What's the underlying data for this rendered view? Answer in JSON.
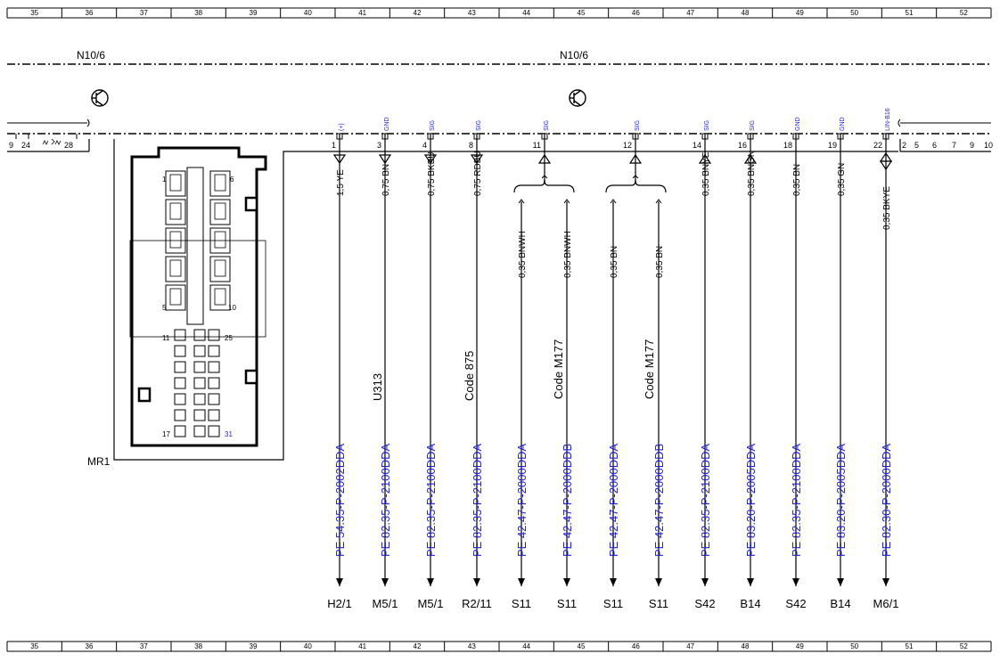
{
  "ruler": [
    "35",
    "36",
    "37",
    "38",
    "39",
    "40",
    "41",
    "42",
    "43",
    "44",
    "45",
    "46",
    "47",
    "48",
    "49",
    "50",
    "51",
    "52"
  ],
  "components": {
    "left": "N10/6",
    "center": "N10/6",
    "connector": "MR1"
  },
  "left_pins": [
    "9",
    "24",
    "28"
  ],
  "right_pins": [
    "2",
    "5",
    "6",
    "7",
    "9",
    "10"
  ],
  "connector_pin_labels": {
    "p1": "1",
    "p6": "6",
    "p5": "5",
    "p10": "10",
    "p11": "11",
    "p25": "25",
    "p17": "17",
    "p31": "31"
  },
  "pins": [
    {
      "pin": "1",
      "sig": "(+)",
      "wire": "1,5 YE",
      "dir": "out",
      "pe": "PE 54.35-P-2002DDA",
      "dest": "H2/1"
    },
    {
      "pin": "3",
      "sig": "GND",
      "wire": "0,75 BN",
      "dir": "out",
      "pe": "PE 82.35-P-2100DDA",
      "dest": "M5/1",
      "code": "U313"
    },
    {
      "pin": "4",
      "sig": "SIG",
      "wire": "0,75 BKBU",
      "dir": "out",
      "pe": "PE 82.35-P-2100DDA",
      "dest": "M5/1"
    },
    {
      "pin": "8",
      "sig": "SIG",
      "wire": "0,75 RDBU",
      "dir": "out",
      "pe": "PE 82.35-P-2100DDA",
      "dest": "R2/11",
      "code": "Code 875"
    },
    {
      "pin": "11",
      "sig": "SIG",
      "dir": "in",
      "branches": [
        {
          "wire": "0,35 BNWH",
          "pe": "PE 42.47-P-2000DDA",
          "dest": "S11"
        },
        {
          "wire": "0,35 BNWH",
          "pe": "PE 42.47-P-2000DDB",
          "dest": "S11"
        }
      ],
      "code": "Code M177"
    },
    {
      "pin": "12",
      "sig": "SIG",
      "dir": "in",
      "branches": [
        {
          "wire": "0,35 BN",
          "pe": "PE 42.47-P-2000DDA",
          "dest": "S11"
        },
        {
          "wire": "0,35 BN",
          "pe": "PE 42.47-P-2000DDB",
          "dest": "S11"
        }
      ],
      "code": "Code M177"
    },
    {
      "pin": "14",
      "sig": "SIG",
      "wire": "0,35 BNYE",
      "dir": "in",
      "pe": "PE 82.35-P-2100DDA",
      "dest": "S42"
    },
    {
      "pin": "16",
      "sig": "SIG",
      "wire": "0,35 BNGN",
      "dir": "in",
      "pe": "PE 83.20-P-2005DDA",
      "dest": "B14"
    },
    {
      "pin": "18",
      "sig": "GND",
      "wire": "0,35 BN",
      "dir": "none",
      "pe": "PE 82.35-P-2100DDA",
      "dest": "S42"
    },
    {
      "pin": "19",
      "sig": "GND",
      "wire": "0,35 GN",
      "dir": "none",
      "pe": "PE 83.20-P-2005DDA",
      "dest": "B14"
    },
    {
      "pin": "22",
      "sig": "LIN-B16",
      "wire": "0,35 BKYE",
      "dir": "both",
      "pe": "PE 82.30-P-2000DDA",
      "dest": "M6/1"
    }
  ]
}
